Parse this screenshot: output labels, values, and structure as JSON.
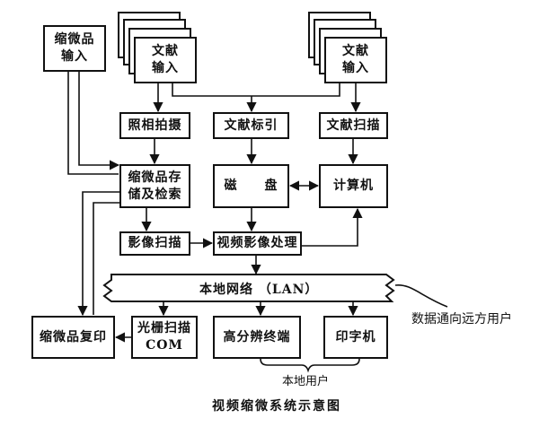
{
  "caption": "视频缩微系统示意图",
  "nodes": {
    "microfilm_input": {
      "line1": "缩微品",
      "line2": "输入"
    },
    "doc_input_left": {
      "line1": "文献",
      "line2": "输入"
    },
    "doc_input_right": {
      "line1": "文献",
      "line2": "输入"
    },
    "photo": "照相拍摄",
    "indexing": "文献标引",
    "doc_scan": "文献扫描",
    "storage": {
      "line1": "缩微品存",
      "line2": "储及检索"
    },
    "disk": "磁　　盘",
    "computer": "计算机",
    "image_scan": "影像扫描",
    "video_processing": "视频影像处理",
    "network": "本地网络 （LAN）",
    "copy": "缩微品复印",
    "com": {
      "line1": "光栅扫描",
      "line2": "COM"
    },
    "terminal": "高分辨终端",
    "printer": "印字机"
  },
  "labels": {
    "remote": "数据通向远方用户",
    "local_users": "本地用户"
  }
}
